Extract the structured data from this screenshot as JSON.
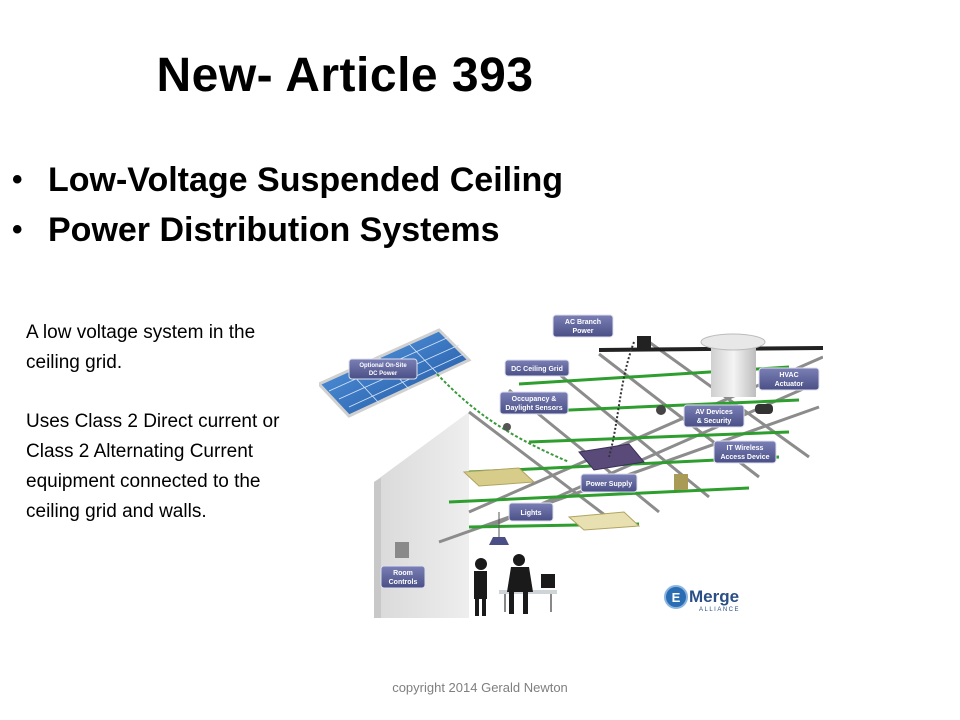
{
  "slide": {
    "title": "New- Article 393",
    "bullets": [
      {
        "text": "Low-Voltage Suspended Ceiling"
      },
      {
        "text": "Power Distribution Systems"
      }
    ],
    "body": [
      "A low voltage system in the ceiling grid.",
      "Uses Class 2 Direct current or Class 2 Alternating Current equipment connected to the ceiling grid and walls."
    ],
    "copyright": "copyright 2014 Gerald Newton"
  },
  "figure": {
    "labels": {
      "ac_branch": [
        "AC Branch",
        "Power"
      ],
      "solar": [
        "Optional On-Site",
        "DC Power"
      ],
      "dc_grid": [
        "DC Ceiling Grid"
      ],
      "hvac": [
        "HVAC",
        "Actuator"
      ],
      "occupancy": [
        "Occupancy &",
        "Daylight Sensors"
      ],
      "av": [
        "AV Devices",
        "& Security"
      ],
      "it": [
        "IT Wireless",
        "Access Device"
      ],
      "power_supply": [
        "Power Supply"
      ],
      "lights": [
        "Lights"
      ],
      "room_controls": [
        "Room",
        "Controls"
      ]
    },
    "logo": {
      "name": "Merge",
      "sub": "ALLIANCE",
      "mark": "E"
    }
  }
}
